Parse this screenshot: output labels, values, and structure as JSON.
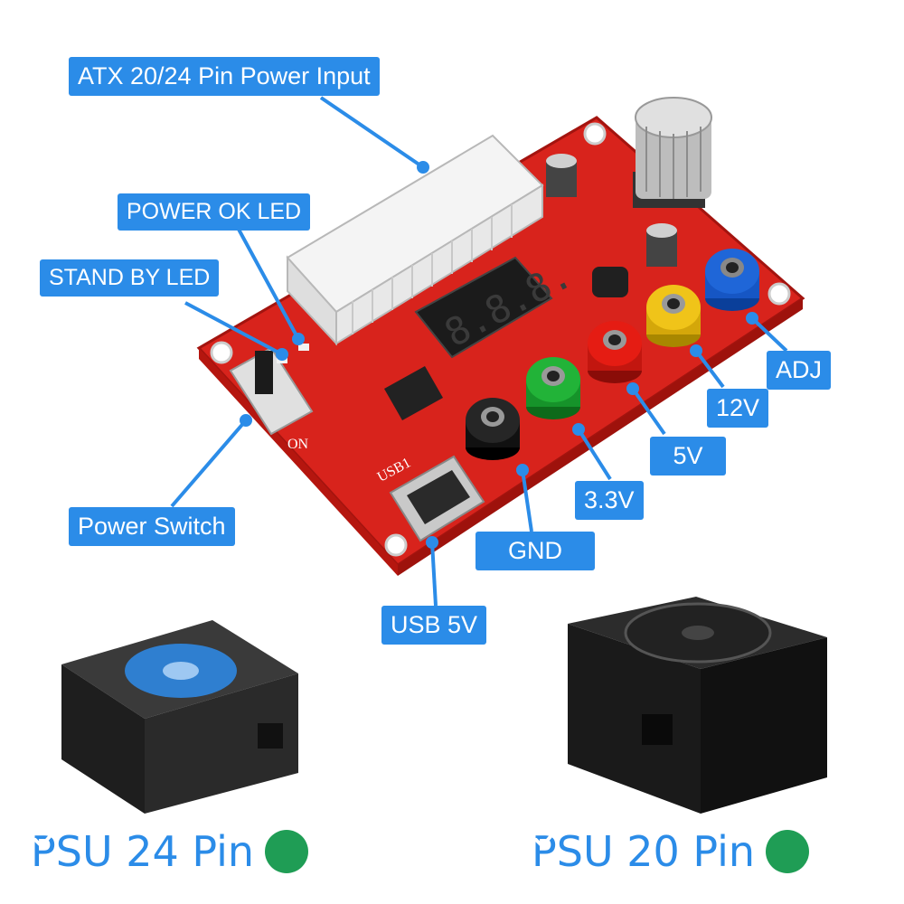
{
  "colors": {
    "callout_bg": "#2b8ce8",
    "callout_text": "#ffffff",
    "board_red": "#d8231c",
    "compat_text": "#2b8ce8",
    "check_green": "#1f9d55"
  },
  "labels": {
    "atx_input": "ATX 20/24 Pin Power Input",
    "power_ok_led": "POWER OK LED",
    "stand_by_led": "STAND BY LED",
    "power_switch": "Power Switch",
    "usb_5v": "USB 5V",
    "gnd": "GND",
    "v33": "3.3V",
    "v5": "5V",
    "v12": "12V",
    "adj": "ADJ"
  },
  "board": {
    "display": "8.8.8.",
    "switch_on": "ON",
    "usb_text": "USB1"
  },
  "compat": [
    {
      "text": "PSU 24 Pin",
      "icon": "check-circle-icon"
    },
    {
      "text": "PSU 20 Pin",
      "icon": "check-circle-icon"
    }
  ]
}
